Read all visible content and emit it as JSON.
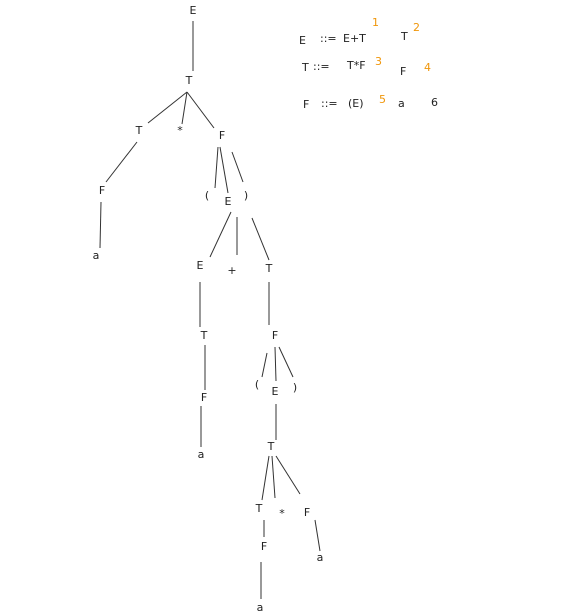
{
  "colors": {
    "text": "#222222",
    "edge": "#333333",
    "rule_number": "#f0960a"
  },
  "grammar": {
    "r1": {
      "lhs": "E",
      "sep": "::=",
      "alt1": "E+T",
      "n1": "1",
      "alt2": "T",
      "n2": "2"
    },
    "r2": {
      "lhs": "T",
      "sep": "::=",
      "alt1": "T*F",
      "n1": "3",
      "alt2": "F",
      "n2": "4"
    },
    "r3": {
      "lhs": "F",
      "sep": "::=",
      "alt1": "(E)",
      "n1": "5",
      "alt2": "a",
      "n2": "6"
    }
  },
  "tree": [
    {
      "id": "n0",
      "label": "E"
    },
    {
      "id": "n1",
      "label": "T",
      "parent": "n0"
    },
    {
      "id": "n2",
      "label": "T",
      "parent": "n1"
    },
    {
      "id": "n3",
      "label": "*",
      "parent": "n1"
    },
    {
      "id": "n4",
      "label": "F",
      "parent": "n1"
    },
    {
      "id": "n5",
      "label": "F",
      "parent": "n2"
    },
    {
      "id": "n6",
      "label": "a",
      "parent": "n5"
    },
    {
      "id": "n7",
      "label": "(",
      "parent": "n4"
    },
    {
      "id": "n8",
      "label": "E",
      "parent": "n4"
    },
    {
      "id": "n9",
      "label": ")",
      "parent": "n4"
    },
    {
      "id": "n10",
      "label": "E",
      "parent": "n8"
    },
    {
      "id": "n11",
      "label": "+",
      "parent": "n8"
    },
    {
      "id": "n12",
      "label": "T",
      "parent": "n8"
    },
    {
      "id": "n13",
      "label": "T",
      "parent": "n10"
    },
    {
      "id": "n14",
      "label": "F",
      "parent": "n13"
    },
    {
      "id": "n15",
      "label": "a",
      "parent": "n14"
    },
    {
      "id": "n16",
      "label": "F",
      "parent": "n12"
    },
    {
      "id": "n17",
      "label": "(",
      "parent": "n16"
    },
    {
      "id": "n18",
      "label": "E",
      "parent": "n16"
    },
    {
      "id": "n19",
      "label": ")",
      "parent": "n16"
    },
    {
      "id": "n20",
      "label": "T",
      "parent": "n18"
    },
    {
      "id": "n21",
      "label": "T",
      "parent": "n20"
    },
    {
      "id": "n22",
      "label": "*",
      "parent": "n20"
    },
    {
      "id": "n23",
      "label": "F",
      "parent": "n20"
    },
    {
      "id": "n24",
      "label": "F",
      "parent": "n21"
    },
    {
      "id": "n25",
      "label": "a",
      "parent": "n24"
    },
    {
      "id": "n26",
      "label": "a",
      "parent": "n23"
    }
  ]
}
